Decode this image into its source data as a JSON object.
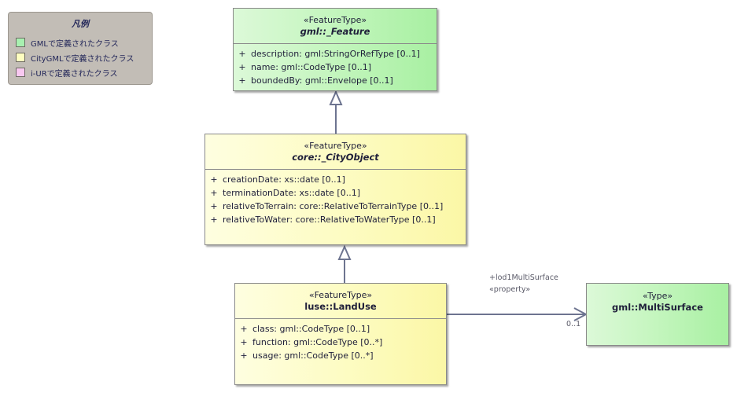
{
  "legend": {
    "title": "凡例",
    "items": [
      {
        "label": "GMLで定義されたクラス",
        "color": "#a8f0b0"
      },
      {
        "label": "CityGMLで定義されたクラス",
        "color": "#fefec0"
      },
      {
        "label": "i-URで定義されたクラス",
        "color": "#f8c8f0"
      }
    ]
  },
  "classes": {
    "feature": {
      "stereotype": "«FeatureType»",
      "name": "gml::_Feature",
      "attributes": [
        {
          "vis": "+",
          "text": "description: gml:StringOrRefType [0..1]"
        },
        {
          "vis": "+",
          "text": "name: gml::CodeType [0..1]"
        },
        {
          "vis": "+",
          "text": "boundedBy: gml::Envelope [0..1]"
        }
      ]
    },
    "cityobject": {
      "stereotype": "«FeatureType»",
      "name": "core::_CityObject",
      "attributes": [
        {
          "vis": "+",
          "text": "creationDate: xs::date [0..1]"
        },
        {
          "vis": "+",
          "text": "terminationDate: xs::date [0..1]"
        },
        {
          "vis": "+",
          "text": "relativeToTerrain: core::RelativeToTerrainType [0..1]"
        },
        {
          "vis": "+",
          "text": "relativeToWater: core::RelativeToWaterType [0..1]"
        }
      ]
    },
    "landuse": {
      "stereotype": "«FeatureType»",
      "name": "luse::LandUse",
      "attributes": [
        {
          "vis": "+",
          "text": "class: gml::CodeType [0..1]"
        },
        {
          "vis": "+",
          "text": "function: gml::CodeType [0..*]"
        },
        {
          "vis": "+",
          "text": "usage: gml::CodeType [0..*]"
        }
      ]
    },
    "multisurface": {
      "stereotype": "«Type»",
      "name": "gml::MultiSurface"
    }
  },
  "association": {
    "role": "+lod1MultiSurface",
    "stereotype": "«property»",
    "multiplicity": "0..1"
  }
}
